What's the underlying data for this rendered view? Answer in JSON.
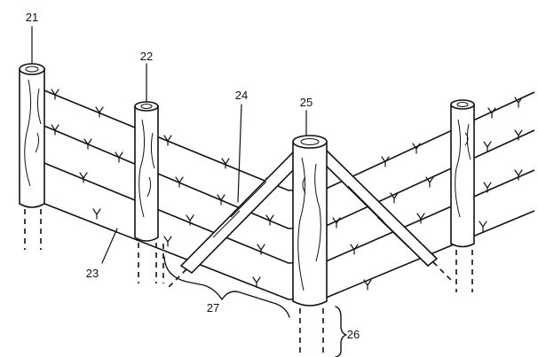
{
  "figure": {
    "labels": {
      "post_left": "21",
      "post_mid": "22",
      "bottom_wire": "23",
      "brace": "24",
      "corner_post": "25",
      "buried_depth": "26",
      "span": "27"
    }
  },
  "colors": {
    "ink": "#111111",
    "background": "#ffffff"
  }
}
